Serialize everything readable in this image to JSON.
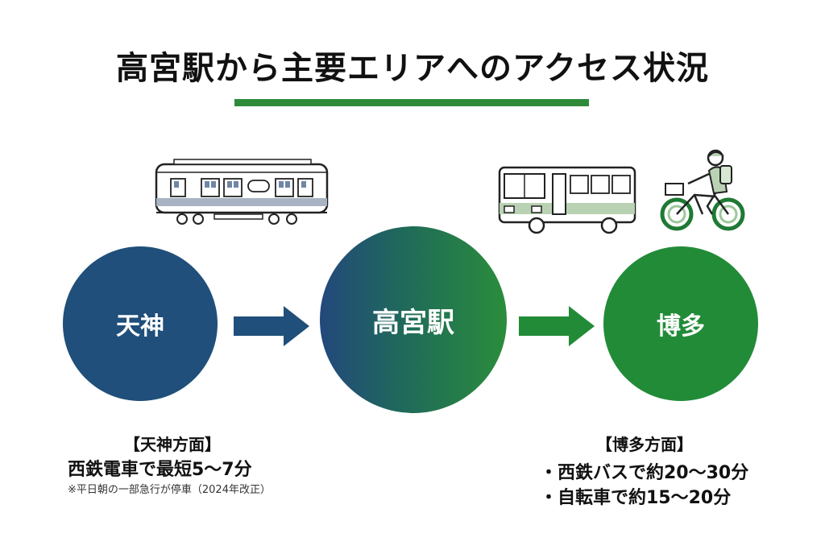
{
  "title": "高宮駅から主要エリアへのアクセス状況",
  "stations": {
    "left": "天神",
    "center": "高宮駅",
    "right": "博多"
  },
  "colors": {
    "navy": "#1f4f7a",
    "green": "#228b38",
    "title_rule": "#2e8b3a"
  },
  "icons": {
    "train": "train-icon",
    "bus": "bus-icon",
    "bicycle": "bicycle-rider-icon"
  },
  "tenjin_info": {
    "heading": "【天神方面】",
    "line": "西鉄電車で最短5〜7分",
    "note": "※平日朝の一部急行が停車（2024年改正）"
  },
  "hakata_info": {
    "heading": "【博多方面】",
    "lines": [
      "・西鉄バスで約20〜30分",
      "・自転車で約15〜20分"
    ]
  }
}
